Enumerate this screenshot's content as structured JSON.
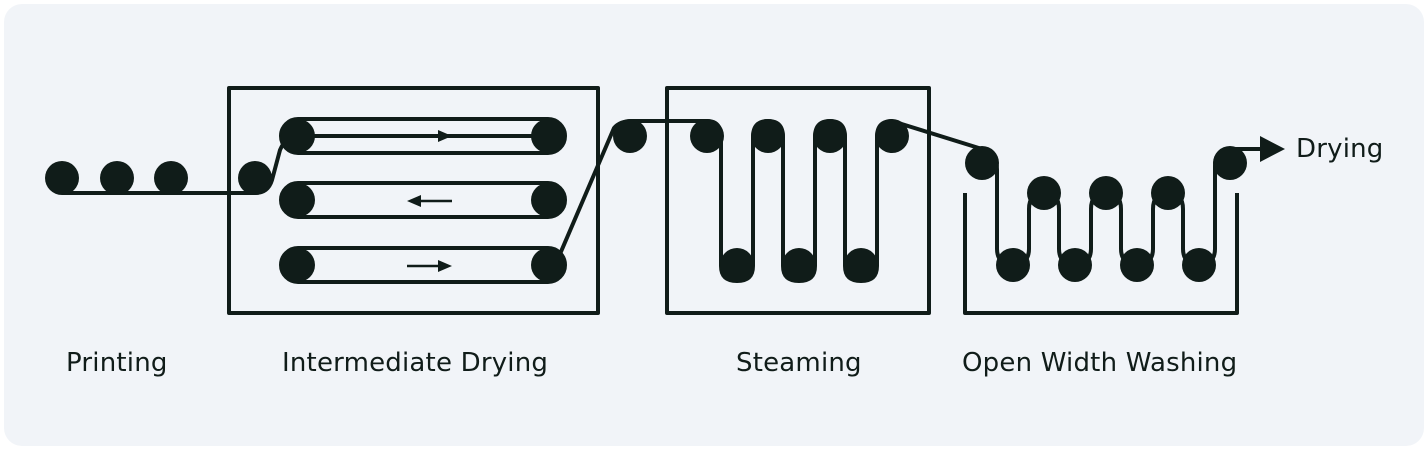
{
  "diagram": {
    "stages": [
      {
        "id": "printing",
        "label": "Printing"
      },
      {
        "id": "intermediate-drying",
        "label": "Intermediate Drying"
      },
      {
        "id": "steaming",
        "label": "Steaming"
      },
      {
        "id": "open-width-washing",
        "label": "Open Width Washing"
      }
    ],
    "output_label": "Drying",
    "colors": {
      "background": "#f1f4f8",
      "ink": "#101c19"
    }
  }
}
